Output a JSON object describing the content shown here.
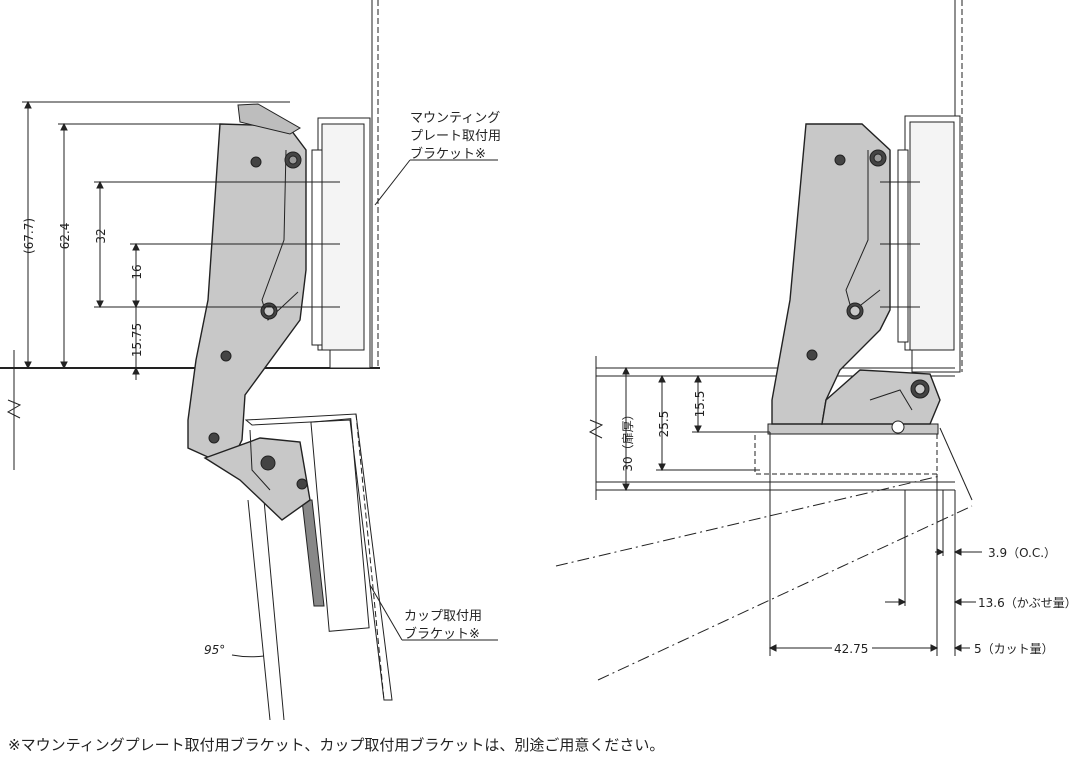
{
  "left_view": {
    "dimensions": {
      "d67_7": "(67.7)",
      "d62_4": "62.4",
      "d32": "32",
      "d16": "16",
      "d15_75": "15.75"
    },
    "callout_mounting_plate": [
      "マウンティング",
      "プレート取付用",
      "ブラケット※"
    ],
    "callout_cup": [
      "カップ取付用",
      "ブラケット※"
    ],
    "angle_label": "95°"
  },
  "right_view": {
    "dimensions": {
      "door_thickness": "30（扉厚）",
      "d25_5": "25.5",
      "d15_5": "15.5",
      "oc": "3.9（O.C.）",
      "overlay": "13.6（かぶせ量）",
      "d42_75": "42.75",
      "cut": "5（カット量）"
    }
  },
  "footnote": "※マウンティングプレート取付用ブラケット、カップ取付用ブラケットは、別途ご用意ください。",
  "colors": {
    "hinge_fill": "#c8c8c8",
    "line": "#222222"
  }
}
